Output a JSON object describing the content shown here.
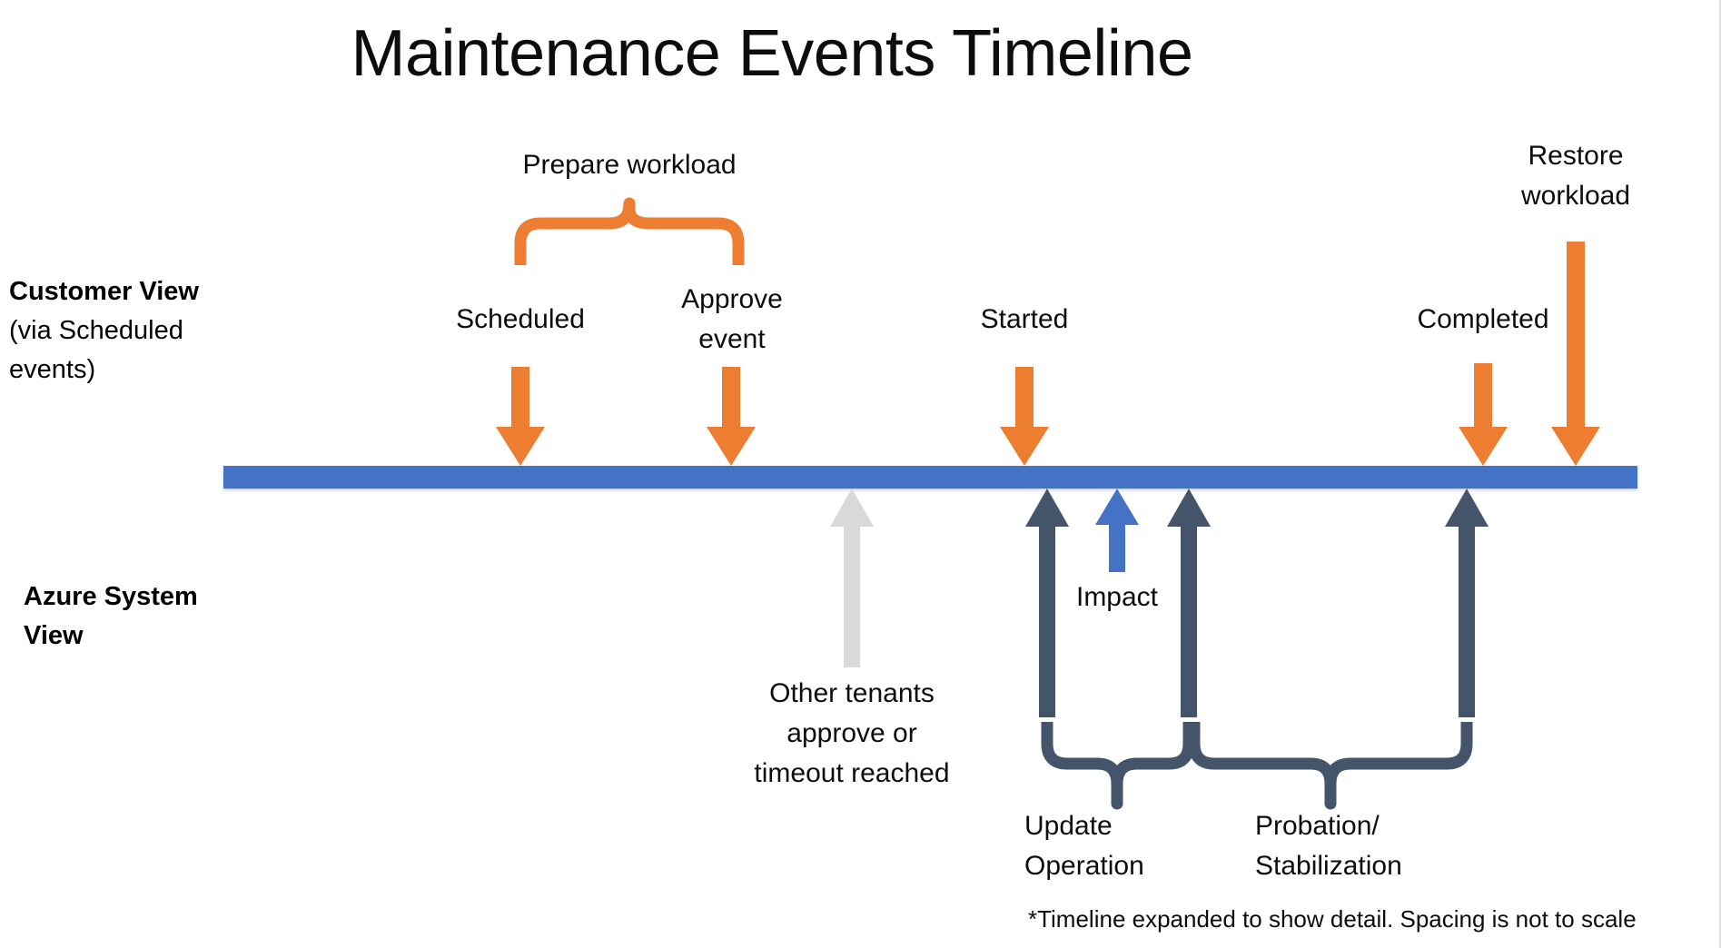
{
  "title": "Maintenance Events Timeline",
  "colors": {
    "timeline_blue": "#4472C4",
    "orange": "#ED7D31",
    "dark_slate": "#44546A",
    "light_gray": "#D9D9D9",
    "text": "#0D0D0D"
  },
  "rows": {
    "customer": {
      "heading": "Customer View",
      "sub": "(via Scheduled events)"
    },
    "azure": {
      "heading": "Azure System View"
    }
  },
  "customer_events": [
    {
      "id": "scheduled",
      "label": "Scheduled"
    },
    {
      "id": "approve-event",
      "label": "Approve\nevent"
    },
    {
      "id": "started",
      "label": "Started"
    },
    {
      "id": "completed",
      "label": "Completed"
    },
    {
      "id": "restore-workload",
      "label": "Restore\nworkload"
    }
  ],
  "customer_brace": {
    "label": "Prepare workload"
  },
  "azure_events": [
    {
      "id": "other-tenants",
      "label": "Other tenants\napprove or\ntimeout reached"
    },
    {
      "id": "impact",
      "label": "Impact"
    }
  ],
  "azure_braces": [
    {
      "id": "update-operation",
      "label": "Update\nOperation"
    },
    {
      "id": "probation-stabilization",
      "label": "Probation/\nStabilization"
    }
  ],
  "footnote": "*Timeline expanded to show detail. Spacing is not to scale",
  "labels": {
    "prepare_workload": "Prepare workload",
    "scheduled": "Scheduled",
    "approve_event_l1": "Approve",
    "approve_event_l2": "event",
    "started": "Started",
    "completed": "Completed",
    "restore_l1": "Restore",
    "restore_l2": "workload",
    "impact": "Impact",
    "other_l1": "Other tenants",
    "other_l2": "approve or",
    "other_l3": "timeout reached",
    "update_l1": "Update",
    "update_l2": "Operation",
    "prob_l1": "Probation/",
    "prob_l2": "Stabilization",
    "customer_heading": "Customer View",
    "customer_sub_l1": "(via Scheduled",
    "customer_sub_l2": "events)",
    "azure_heading_l1": "Azure System",
    "azure_heading_l2": "View"
  }
}
